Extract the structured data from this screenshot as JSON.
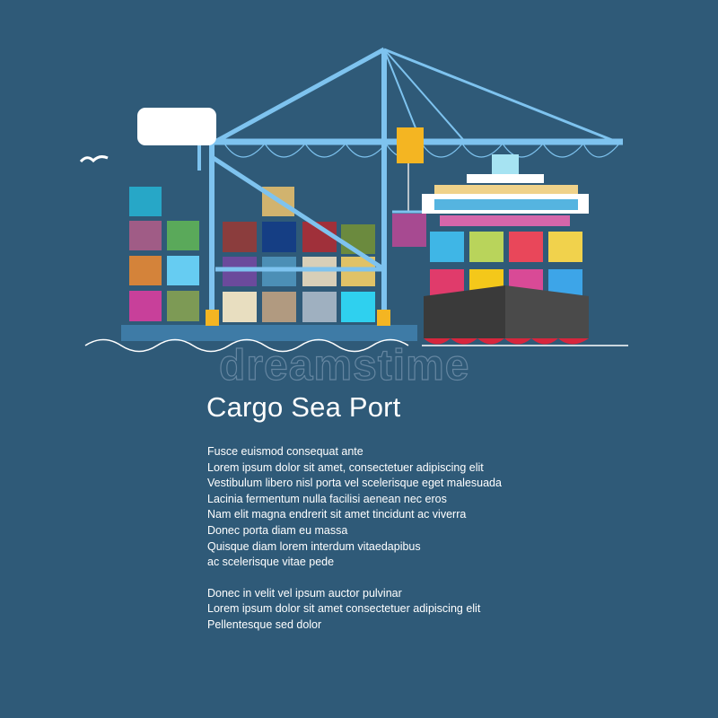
{
  "watermark": "dreamstime",
  "poster": {
    "title": "Cargo Sea Port",
    "paragraph1": [
      "Fusce euismod consequat ante",
      "Lorem ipsum dolor sit amet, consectetuer adipiscing elit",
      "Vestibulum libero nisl porta vel scelerisque eget malesuada",
      "Lacinia fermentum nulla facilisi aenean nec eros",
      "Nam elit magna endrerit sit amet tincidunt ac viverra",
      "Donec porta diam eu massa",
      "Quisque diam lorem interdum vitaedapibus",
      "ac scelerisque vitae pede"
    ],
    "paragraph2": [
      "Donec in velit vel ipsum auctor pulvinar",
      "Lorem ipsum dolor sit amet consectetuer adipiscing elit",
      "Pellentesque sed dolor"
    ]
  },
  "colors": {
    "background": "#2f5a78",
    "crane": "#7ec3ef",
    "trolley": "#f4b522",
    "hull": "#3a3a3a",
    "waterline": "#d7263d"
  },
  "illustration": {
    "icons": [
      "gantry-crane-icon",
      "container-ship-icon",
      "seagull-icon",
      "container-stack-icon"
    ]
  }
}
